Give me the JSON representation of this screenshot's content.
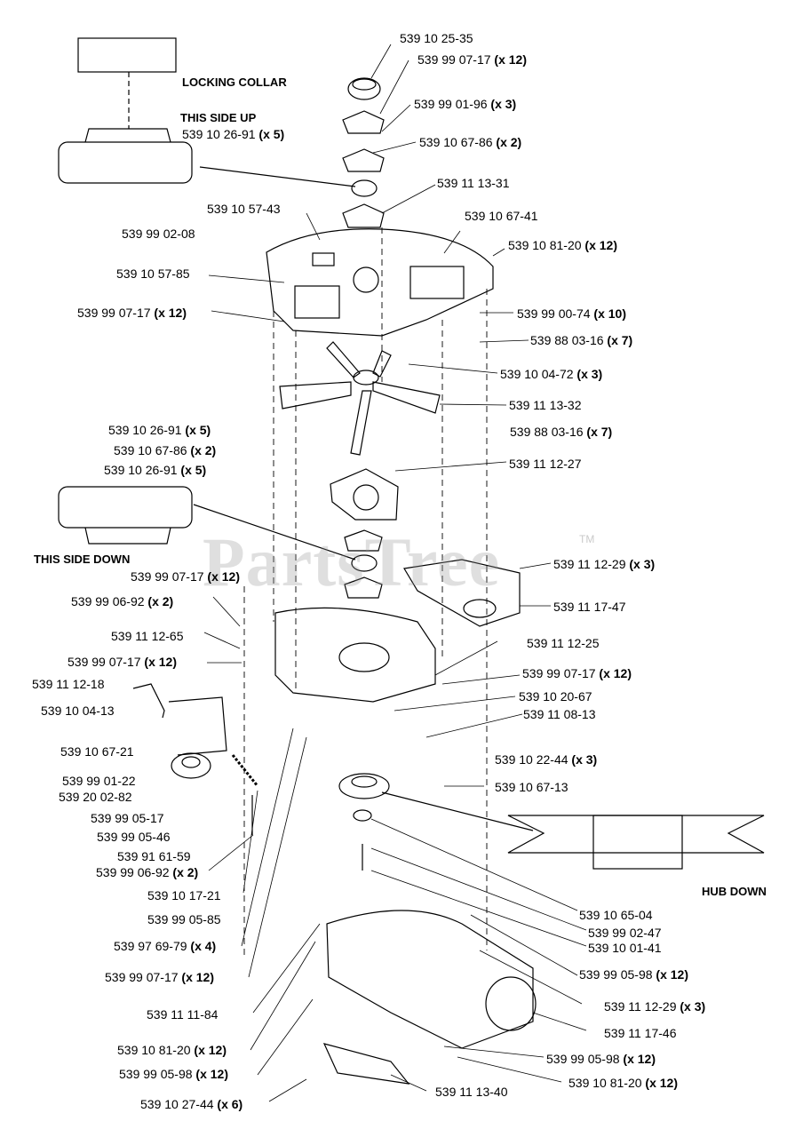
{
  "watermark": "PartsTree",
  "watermark_tm": "TM",
  "captions": {
    "locking_collar": "LOCKING COLLAR",
    "this_side_up": "THIS SIDE UP",
    "this_side_down": "THIS SIDE DOWN",
    "hub_down": "HUB DOWN"
  },
  "labels": [
    {
      "id": "l1",
      "part": "539 10 25-35",
      "qty": ""
    },
    {
      "id": "l2",
      "part": "539 99 07-17",
      "qty": "(x 12)"
    },
    {
      "id": "l3",
      "part": "539 99 01-96",
      "qty": "(x 3)"
    },
    {
      "id": "l4",
      "part": "539 10 26-91",
      "qty": "(x 5)"
    },
    {
      "id": "l5",
      "part": "539 10 67-86",
      "qty": "(x 2)"
    },
    {
      "id": "l6",
      "part": "539 11 13-31",
      "qty": ""
    },
    {
      "id": "l7",
      "part": "539 10 57-43",
      "qty": ""
    },
    {
      "id": "l8",
      "part": "539 10 67-41",
      "qty": ""
    },
    {
      "id": "l9",
      "part": "539 99 02-08",
      "qty": ""
    },
    {
      "id": "l10",
      "part": "539 10 81-20",
      "qty": "(x 12)"
    },
    {
      "id": "l11",
      "part": "539 10 57-85",
      "qty": ""
    },
    {
      "id": "l12",
      "part": "539 99 07-17",
      "qty": "(x 12)"
    },
    {
      "id": "l13",
      "part": "539 99 00-74",
      "qty": "(x 10)"
    },
    {
      "id": "l14",
      "part": "539 88 03-16",
      "qty": "(x 7)"
    },
    {
      "id": "l15",
      "part": "539 10 04-72",
      "qty": "(x 3)"
    },
    {
      "id": "l16",
      "part": "539 11 13-32",
      "qty": ""
    },
    {
      "id": "l17",
      "part": "539 88 03-16",
      "qty": "(x 7)"
    },
    {
      "id": "l18",
      "part": "539 10 26-91",
      "qty": "(x 5)"
    },
    {
      "id": "l19",
      "part": "539 10 67-86",
      "qty": "(x 2)"
    },
    {
      "id": "l20",
      "part": "539 11 12-27",
      "qty": ""
    },
    {
      "id": "l21",
      "part": "539 10 26-91",
      "qty": "(x 5)"
    },
    {
      "id": "l22",
      "part": "539 11 12-29",
      "qty": "(x 3)"
    },
    {
      "id": "l23",
      "part": "539 99 07-17",
      "qty": "(x 12)"
    },
    {
      "id": "l24",
      "part": "539 99 06-92",
      "qty": "(x 2)"
    },
    {
      "id": "l25",
      "part": "539 11 17-47",
      "qty": ""
    },
    {
      "id": "l26",
      "part": "539 11 12-65",
      "qty": ""
    },
    {
      "id": "l27",
      "part": "539 11 12-25",
      "qty": ""
    },
    {
      "id": "l28",
      "part": "539 99 07-17",
      "qty": "(x 12)"
    },
    {
      "id": "l29",
      "part": "539 99 07-17",
      "qty": "(x 12)"
    },
    {
      "id": "l30",
      "part": "539 11 12-18",
      "qty": ""
    },
    {
      "id": "l31",
      "part": "539 10 20-67",
      "qty": ""
    },
    {
      "id": "l32",
      "part": "539 10 04-13",
      "qty": ""
    },
    {
      "id": "l33",
      "part": "539 11 08-13",
      "qty": ""
    },
    {
      "id": "l34",
      "part": "539 10 67-21",
      "qty": ""
    },
    {
      "id": "l35",
      "part": "539 10 22-44",
      "qty": "(x 3)"
    },
    {
      "id": "l36",
      "part": "539 99 01-22",
      "qty": ""
    },
    {
      "id": "l37",
      "part": "539 10 67-13",
      "qty": ""
    },
    {
      "id": "l38",
      "part": "539 20 02-82",
      "qty": ""
    },
    {
      "id": "l39",
      "part": "539 99 05-17",
      "qty": ""
    },
    {
      "id": "l40",
      "part": "539 99 05-46",
      "qty": ""
    },
    {
      "id": "l41",
      "part": "539 91 61-59",
      "qty": ""
    },
    {
      "id": "l42",
      "part": "539 99 06-92",
      "qty": "(x 2)"
    },
    {
      "id": "l43",
      "part": "539 10 17-21",
      "qty": ""
    },
    {
      "id": "l44",
      "part": "539 99 05-85",
      "qty": ""
    },
    {
      "id": "l45",
      "part": "539 10 65-04",
      "qty": ""
    },
    {
      "id": "l46",
      "part": "539 99 02-47",
      "qty": ""
    },
    {
      "id": "l47",
      "part": "539 97 69-79",
      "qty": "(x 4)"
    },
    {
      "id": "l48",
      "part": "539 10 01-41",
      "qty": ""
    },
    {
      "id": "l49",
      "part": "539 99 07-17",
      "qty": "(x 12)"
    },
    {
      "id": "l50",
      "part": "539 99 05-98",
      "qty": "(x 12)"
    },
    {
      "id": "l51",
      "part": "539 11 12-29",
      "qty": "(x 3)"
    },
    {
      "id": "l52",
      "part": "539 11 11-84",
      "qty": ""
    },
    {
      "id": "l53",
      "part": "539 11 17-46",
      "qty": ""
    },
    {
      "id": "l54",
      "part": "539 10 81-20",
      "qty": "(x 12)"
    },
    {
      "id": "l55",
      "part": "539 99 05-98",
      "qty": "(x 12)"
    },
    {
      "id": "l56",
      "part": "539 99 05-98",
      "qty": "(x 12)"
    },
    {
      "id": "l57",
      "part": "539 10 81-20",
      "qty": "(x 12)"
    },
    {
      "id": "l58",
      "part": "539 11 13-40",
      "qty": ""
    },
    {
      "id": "l59",
      "part": "539 10 27-44",
      "qty": "(x 6)"
    }
  ]
}
